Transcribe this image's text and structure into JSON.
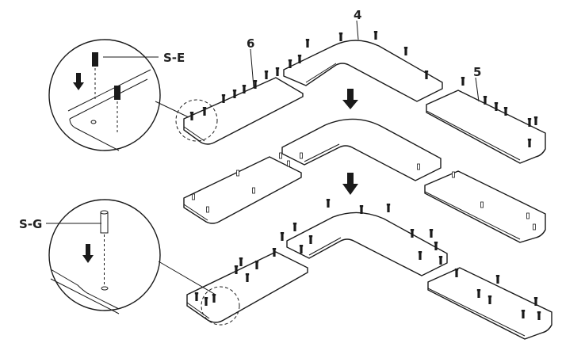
{
  "labels": {
    "part_4": "4",
    "part_5": "5",
    "part_6": "6",
    "fastener_se": "S-E",
    "fastener_sg": "S-G"
  },
  "icons": [
    "down-arrow-icon",
    "bolt-icon",
    "dowel-icon"
  ],
  "colors": {
    "line": "#1a1a1a",
    "background": "#ffffff"
  }
}
